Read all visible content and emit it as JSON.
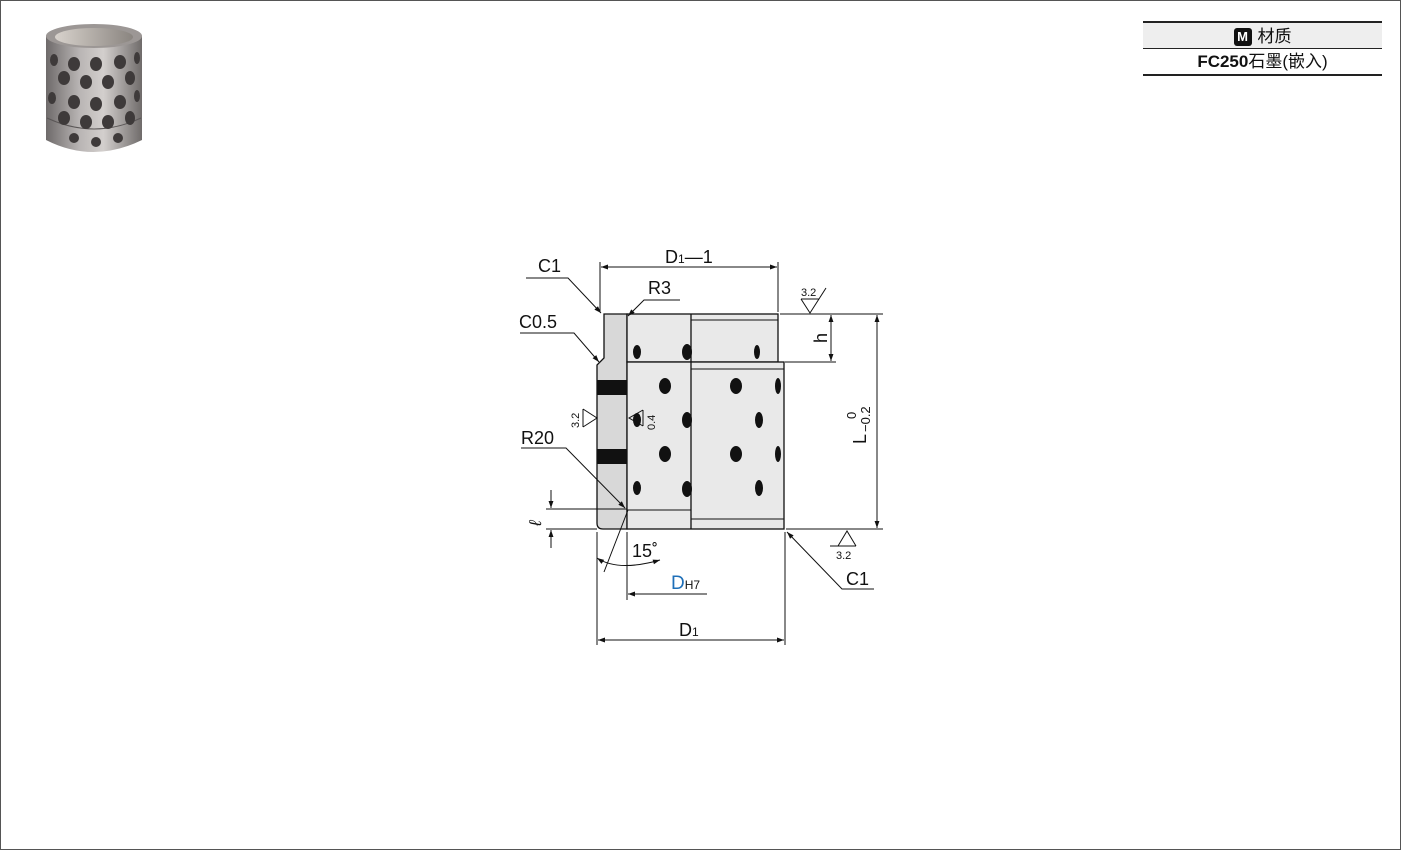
{
  "material_table": {
    "header_badge": "M",
    "header_label": "材质",
    "grade": "FC250",
    "description": "石墨(嵌入)"
  },
  "labels": {
    "c1_top": "C1",
    "r3": "R3",
    "c05": "C0.5",
    "r20": "R20",
    "c1_bottom": "C1",
    "d1_minus_1_main": "D",
    "d1_minus_1_sub": "1",
    "d1_minus_1_tail": "—1",
    "d1_main": "D",
    "d1_sub": "1",
    "dh7_main": "D",
    "dh7_sub": "H7",
    "h": "h",
    "l_main": "L",
    "l_upper_tol": "0",
    "l_lower_tol": "−0.2",
    "ell": "ℓ",
    "angle": "15˚",
    "rough_top": "3.2",
    "rough_left": "3.2",
    "rough_inner": "0.4",
    "rough_bottom": "3.2"
  },
  "colors": {
    "body_fill": "#e9e9e9",
    "flange_fill": "#d8d8d8",
    "graphite": "#111111",
    "dh7_accent": "#1e6fb8"
  }
}
